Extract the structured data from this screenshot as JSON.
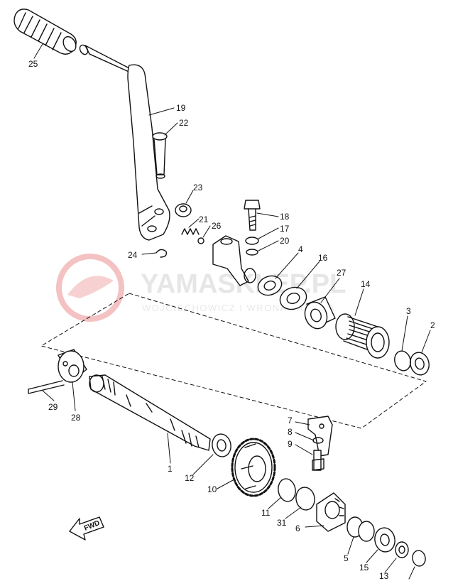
{
  "diagram": {
    "labels": [
      "25",
      "19",
      "22",
      "23",
      "21",
      "26",
      "24",
      "18",
      "17",
      "20",
      "4",
      "16",
      "27",
      "14",
      "3",
      "2",
      "29",
      "28",
      "1",
      "12",
      "10",
      "7",
      "8",
      "9",
      "11",
      "31",
      "6",
      "5",
      "15",
      "13"
    ],
    "direction_marker": "FWD",
    "colors": {
      "line": "#111111",
      "watermark": "#f4c6c6",
      "watermark_text": "#d9d9d9"
    }
  },
  "watermark": {
    "title": "YAMASKLEP.PL",
    "subtitle": "WOJCIECHOWICZ I WRONA YAMAHA"
  }
}
